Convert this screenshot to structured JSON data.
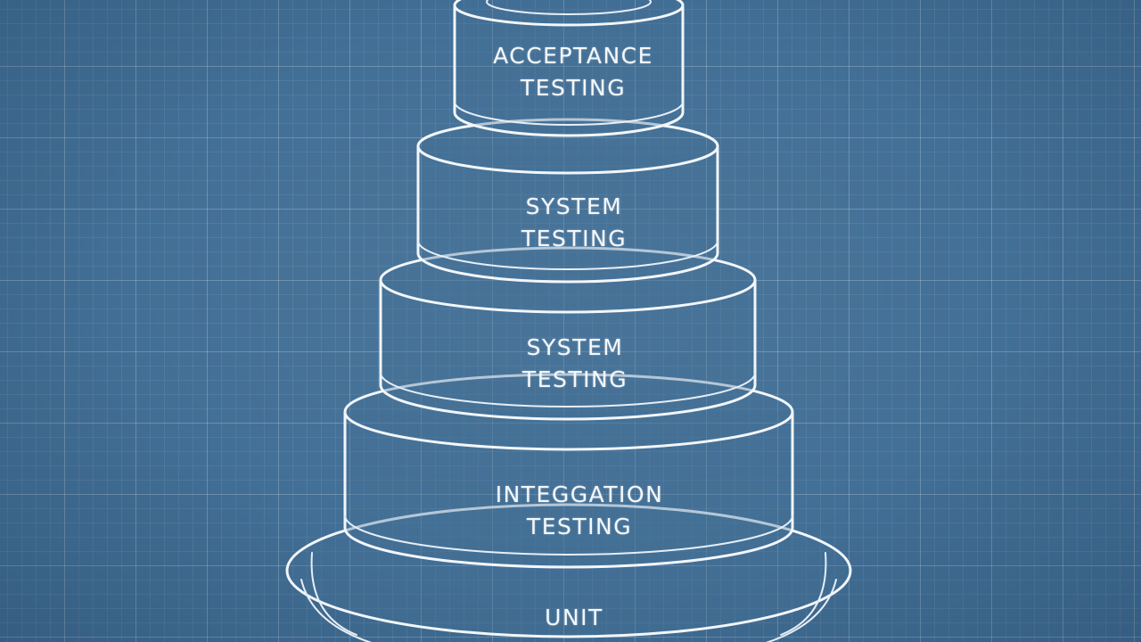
{
  "tiers": [
    {
      "line1": "ACCEPTANCE",
      "line2": "TESTING"
    },
    {
      "line1": "SYSTEM",
      "line2": "TESTING"
    },
    {
      "line1": "SYSTEM",
      "line2": "TESTING"
    },
    {
      "line1": "INTEGGATION",
      "line2": "TESTING"
    },
    {
      "line1": "UNIT",
      "line2": ""
    }
  ],
  "colors": {
    "background": "#426f96",
    "grid": "#6f93b3",
    "line": "#f2f6fa"
  }
}
